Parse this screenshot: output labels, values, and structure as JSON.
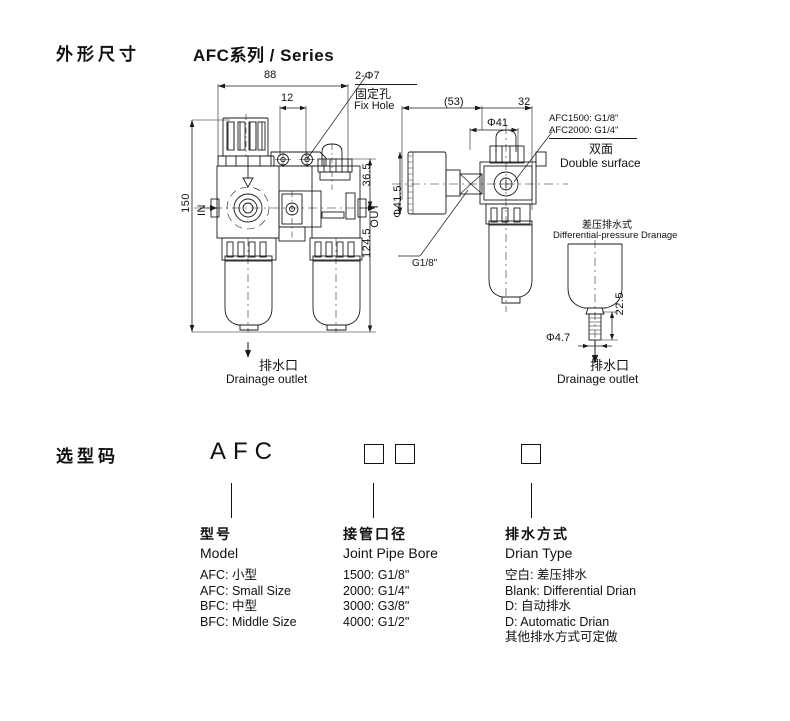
{
  "sections": {
    "dimensions_title": "外形尺寸",
    "series_title": "AFC系列 / Series",
    "selection_title": "选型码"
  },
  "front_view": {
    "dim_width_88": "88",
    "dim_12": "12",
    "dim_150": "150",
    "dim_36_5": "36.5",
    "dim_124_5": "124.5",
    "label_in": "IN",
    "label_out": "OUT",
    "fix_hole_dim": "2-Φ7",
    "fix_hole_cn": "固定孔",
    "fix_hole_en": "Fix Hole",
    "drain_cn": "排水口",
    "drain_en": "Drainage outlet"
  },
  "side_view": {
    "dim_53": "(53)",
    "dim_32": "32",
    "dim_phi41": "Φ41",
    "dim_phi41_5": "Φ41.5",
    "port_thread": "G1/8\"",
    "thread_afc1500": "AFC1500: G1/8\"",
    "thread_afc2000": "AFC2000: G1/4\"",
    "double_surface_cn": "双面",
    "double_surface_en": "Double surface"
  },
  "drain_detail": {
    "title_cn": "差压排水式",
    "title_en": "Differential-pressure Dranage",
    "dim_22_5": "22.5",
    "dim_phi4_7": "Φ4.7",
    "drain_cn": "排水口",
    "drain_en": "Drainage outlet"
  },
  "selection_code": {
    "model_code": "AFC",
    "bore_boxes": [
      "",
      ""
    ],
    "drain_boxes": [
      ""
    ],
    "columns": [
      {
        "head_cn": "型号",
        "head_en": "Model",
        "rows": [
          "AFC: 小型",
          "AFC: Small Size",
          "BFC: 中型",
          "BFC: Middle Size"
        ]
      },
      {
        "head_cn": "接管口径",
        "head_en": "Joint Pipe Bore",
        "rows": [
          "1500:  G1/8\"",
          "2000:  G1/4\"",
          "3000:  G3/8\"",
          "4000:  G1/2\""
        ]
      },
      {
        "head_cn": "排水方式",
        "head_en": "Drian Type",
        "rows": [
          "空白: 差压排水",
          "Blank: Differential Drian",
          "D: 自动排水",
          "D: Automatic Drian",
          "其他排水方式可定做"
        ]
      }
    ]
  },
  "colors": {
    "line": "#1a1a1a",
    "text": "#111111",
    "bg": "#ffffff"
  }
}
